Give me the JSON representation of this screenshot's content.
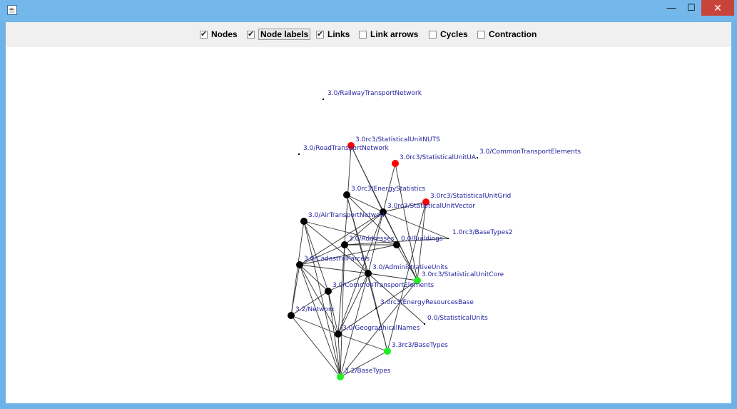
{
  "window": {
    "icon": "java-cup-icon",
    "controls": {
      "minimize": "—",
      "maximize": "☐",
      "close": "✕"
    }
  },
  "toolbar": {
    "options": [
      {
        "label": "Nodes",
        "checked": true
      },
      {
        "label": "Node labels",
        "checked": true,
        "focused": true
      },
      {
        "label": "Links",
        "checked": true
      },
      {
        "label": "Link arrows",
        "checked": false
      },
      {
        "label": "Cycles",
        "checked": false
      },
      {
        "label": "Contraction",
        "checked": false
      }
    ]
  },
  "graph": {
    "colors": {
      "black": "#000000",
      "red": "#ff0000",
      "green": "#22ee22",
      "edge": "#333333",
      "label": "#1f1f9e"
    },
    "nodes": [
      {
        "id": "rail",
        "label": "3.0/RailwayTransportNetwork",
        "kind": "dot",
        "color": "black"
      },
      {
        "id": "road",
        "label": "3.0/RoadTransportNetwork",
        "kind": "dot",
        "color": "black"
      },
      {
        "id": "nuts",
        "label": "3.0rc3/StatisticalUnitNUTS",
        "kind": "node",
        "color": "red"
      },
      {
        "id": "ua",
        "label": "3.0rc3/StatisticalUnitUA",
        "kind": "node",
        "color": "red"
      },
      {
        "id": "cte2",
        "label": "3.0/CommonTransportElements",
        "kind": "dot",
        "color": "black"
      },
      {
        "id": "energy",
        "label": "3.0rc3/EnergyStatistics",
        "kind": "node",
        "color": "black"
      },
      {
        "id": "grid",
        "label": "3.0rc3/StatisticalUnitGrid",
        "kind": "node",
        "color": "red"
      },
      {
        "id": "vector",
        "label": "3.0rc3/StatisticalUnitVector",
        "kind": "node",
        "color": "black"
      },
      {
        "id": "air",
        "label": "3.0/AirTransportNetwork",
        "kind": "node",
        "color": "black"
      },
      {
        "id": "bt2",
        "label": "1.0rc3/BaseTypes2",
        "kind": "dot",
        "color": "black"
      },
      {
        "id": "addr",
        "label": "3.0/Addresses",
        "kind": "node",
        "color": "black"
      },
      {
        "id": "bldg",
        "label": "0.0/Buildings",
        "kind": "node",
        "color": "black"
      },
      {
        "id": "cad",
        "label": "3.0/CadastralParcels",
        "kind": "node",
        "color": "black"
      },
      {
        "id": "admin",
        "label": "3.0/AdministrativeUnits",
        "kind": "node",
        "color": "black"
      },
      {
        "id": "core",
        "label": "3.0rc3/StatisticalUnitCore",
        "kind": "node",
        "color": "green"
      },
      {
        "id": "cte",
        "label": "3.0/CommonTransportElements",
        "kind": "node",
        "color": "black"
      },
      {
        "id": "erb",
        "label": "3.0rc3/EnergyResourcesBase",
        "kind": "dot",
        "color": "black"
      },
      {
        "id": "net",
        "label": "3.2/Network",
        "kind": "node",
        "color": "black"
      },
      {
        "id": "stat",
        "label": "0.0/StatisticalUnits",
        "kind": "dot",
        "color": "black"
      },
      {
        "id": "geo",
        "label": "3.0/GeographicalNames",
        "kind": "node",
        "color": "black"
      },
      {
        "id": "bt33",
        "label": "3.3rc3/BaseTypes",
        "kind": "node",
        "color": "green"
      },
      {
        "id": "bt32",
        "label": "3.2/BaseTypes",
        "kind": "node",
        "color": "green"
      }
    ],
    "edges": [
      [
        "nuts",
        "vector"
      ],
      [
        "nuts",
        "addr"
      ],
      [
        "nuts",
        "core"
      ],
      [
        "ua",
        "core"
      ],
      [
        "ua",
        "vector"
      ],
      [
        "energy",
        "vector"
      ],
      [
        "energy",
        "admin"
      ],
      [
        "energy",
        "bldg"
      ],
      [
        "energy",
        "bt33"
      ],
      [
        "grid",
        "core"
      ],
      [
        "grid",
        "bt33"
      ],
      [
        "grid",
        "vector"
      ],
      [
        "vector",
        "addr"
      ],
      [
        "vector",
        "admin"
      ],
      [
        "vector",
        "core"
      ],
      [
        "vector",
        "cad"
      ],
      [
        "vector",
        "geo"
      ],
      [
        "vector",
        "bt2"
      ],
      [
        "air",
        "cte"
      ],
      [
        "air",
        "net"
      ],
      [
        "air",
        "bt32"
      ],
      [
        "air",
        "bldg"
      ],
      [
        "air",
        "admin"
      ],
      [
        "addr",
        "bldg"
      ],
      [
        "addr",
        "cad"
      ],
      [
        "addr",
        "admin"
      ],
      [
        "addr",
        "geo"
      ],
      [
        "addr",
        "bt32"
      ],
      [
        "addr",
        "bt2"
      ],
      [
        "bldg",
        "cad"
      ],
      [
        "bldg",
        "core"
      ],
      [
        "cad",
        "cte"
      ],
      [
        "cad",
        "net"
      ],
      [
        "cad",
        "geo"
      ],
      [
        "cad",
        "admin"
      ],
      [
        "cad",
        "bt32"
      ],
      [
        "admin",
        "bt32"
      ],
      [
        "admin",
        "cte"
      ],
      [
        "admin",
        "geo"
      ],
      [
        "admin",
        "stat"
      ],
      [
        "admin",
        "core"
      ],
      [
        "admin",
        "bt33"
      ],
      [
        "cte",
        "net"
      ],
      [
        "cte",
        "geo"
      ],
      [
        "cte",
        "bt32"
      ],
      [
        "net",
        "geo"
      ],
      [
        "net",
        "bt32"
      ],
      [
        "geo",
        "bt33"
      ],
      [
        "geo",
        "bt32"
      ],
      [
        "geo",
        "core"
      ],
      [
        "bt33",
        "bt32"
      ],
      [
        "core",
        "bt32"
      ]
    ]
  }
}
